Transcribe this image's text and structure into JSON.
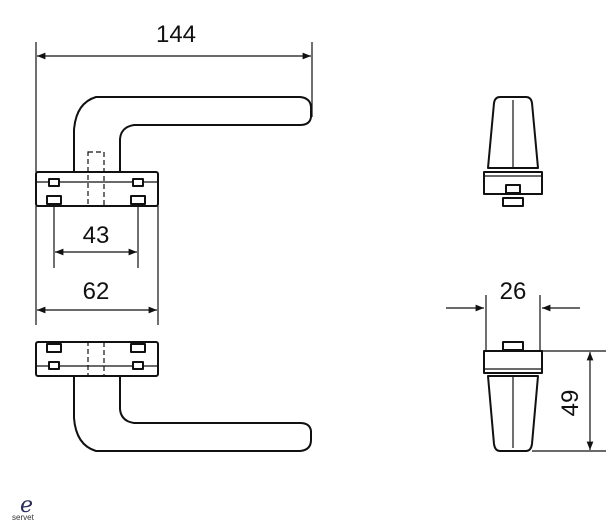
{
  "dimensions": {
    "overall_length": "144",
    "rose_hole_spacing": "43",
    "rose_length": "62",
    "width": "26",
    "height": "49"
  },
  "logo": {
    "text": "servet"
  },
  "colors": {
    "line": "#111111",
    "background": "#ffffff"
  }
}
